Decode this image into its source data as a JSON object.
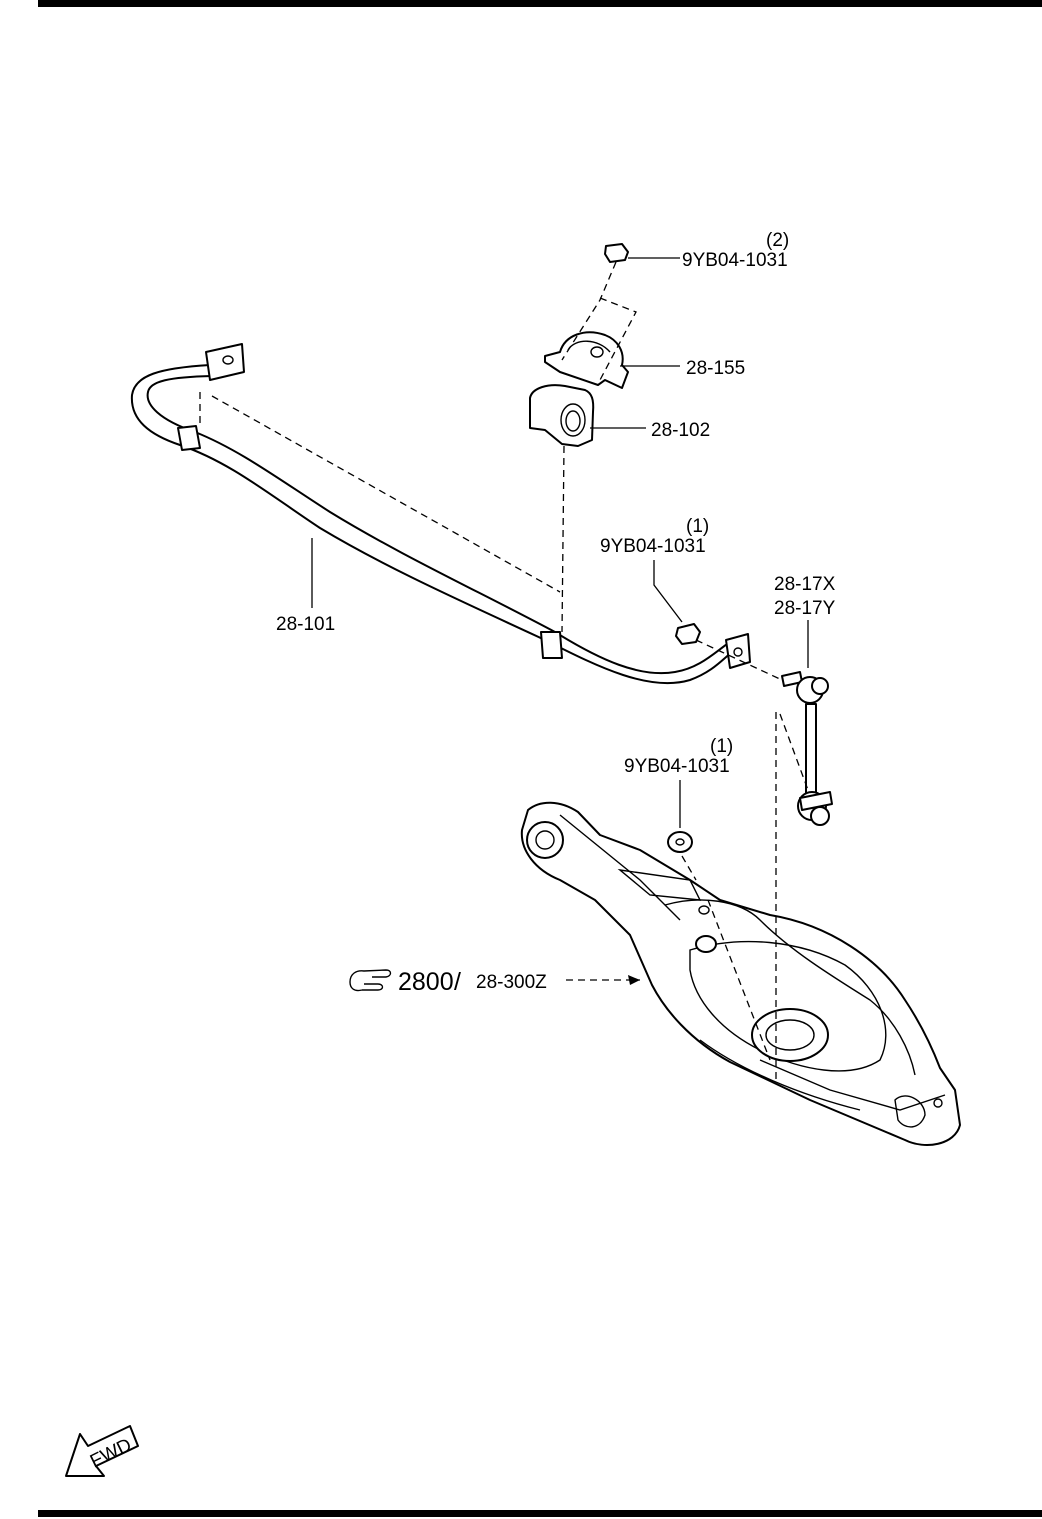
{
  "callouts": {
    "nut_top": {
      "qty": "(2)",
      "part": "9YB04-1031"
    },
    "bracket": {
      "part": "28-155"
    },
    "bushing": {
      "part": "28-102"
    },
    "nut_mid": {
      "qty": "(1)",
      "part": "9YB04-1031"
    },
    "link": {
      "part_x": "28-17X",
      "part_y": "28-17Y"
    },
    "stabilizer": {
      "part": "28-101"
    },
    "nut_low": {
      "qty": "(1)",
      "part": "9YB04-1031"
    },
    "lower_arm": {
      "ref": "2800",
      "part": "28-300Z"
    }
  },
  "fwd": {
    "text": "FWD"
  },
  "icons": {
    "reference": "pointing-hand-icon",
    "direction": "fwd-arrow-icon"
  }
}
